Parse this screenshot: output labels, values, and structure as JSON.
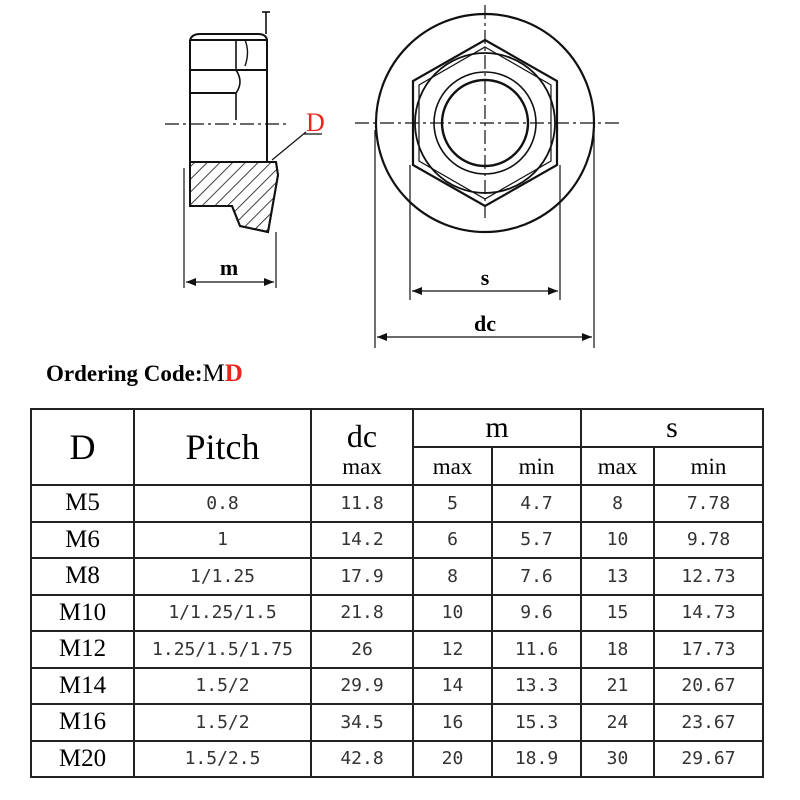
{
  "drawing": {
    "labels": {
      "m": "m",
      "s": "s",
      "dc": "dc",
      "d": "D"
    },
    "colors": {
      "line": "#111111",
      "accent": "#e8261c"
    }
  },
  "ordering": {
    "label": "Ordering Code:",
    "code_m": "M",
    "code_d": "D"
  },
  "table": {
    "headers": {
      "d": "D",
      "pitch": "Pitch",
      "dc": "dc",
      "dc_sub": "max",
      "m": "m",
      "m_max": "max",
      "m_min": "min",
      "s": "s",
      "s_max": "max",
      "s_min": "min"
    },
    "rows": [
      [
        "M5",
        "0.8",
        "11.8",
        "5",
        "4.7",
        "8",
        "7.78"
      ],
      [
        "M6",
        "1",
        "14.2",
        "6",
        "5.7",
        "10",
        "9.78"
      ],
      [
        "M8",
        "1/1.25",
        "17.9",
        "8",
        "7.6",
        "13",
        "12.73"
      ],
      [
        "M10",
        "1/1.25/1.5",
        "21.8",
        "10",
        "9.6",
        "15",
        "14.73"
      ],
      [
        "M12",
        "1.25/1.5/1.75",
        "26",
        "12",
        "11.6",
        "18",
        "17.73"
      ],
      [
        "M14",
        "1.5/2",
        "29.9",
        "14",
        "13.3",
        "21",
        "20.67"
      ],
      [
        "M16",
        "1.5/2",
        "34.5",
        "16",
        "15.3",
        "24",
        "23.67"
      ],
      [
        "M20",
        "1.5/2.5",
        "42.8",
        "20",
        "18.9",
        "30",
        "29.67"
      ]
    ]
  }
}
